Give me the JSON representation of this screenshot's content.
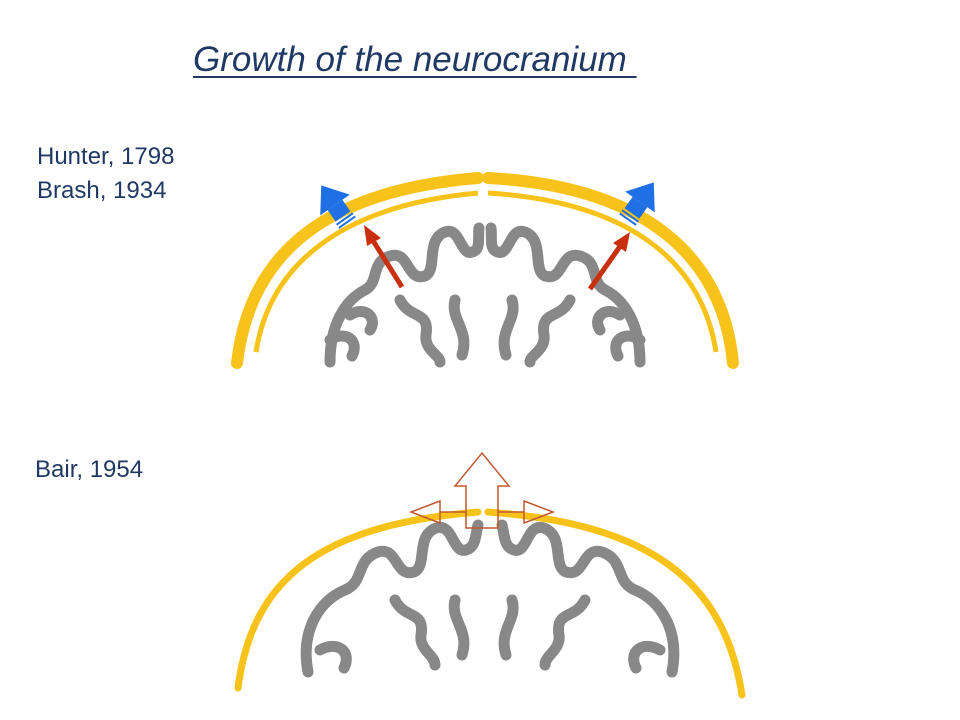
{
  "title": "Growth of the neurocranium ",
  "panels": [
    {
      "citations": [
        "Hunter, 1798",
        "Brash, 1934"
      ],
      "arrows": {
        "blue": "#1f6fe5",
        "red": "#c8300d"
      }
    },
    {
      "citations": [
        "Bair, 1954"
      ],
      "arrows": {
        "outline": "#c0582f"
      }
    }
  ],
  "colors": {
    "bone": "#f7c31b",
    "brain": "#888888",
    "title": "#1f3864"
  }
}
